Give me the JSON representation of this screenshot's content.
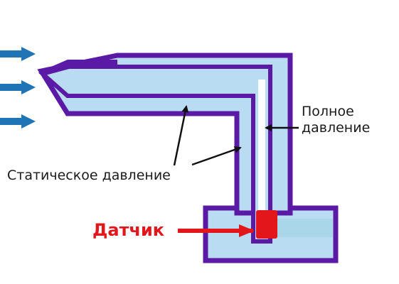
{
  "labels": {
    "total_pressure_line1": "Полное",
    "total_pressure_line2": "давление",
    "static_pressure": "Статическое давление",
    "sensor": "Датчик"
  },
  "colors": {
    "wall": "#5b1aa6",
    "air": "#b9dcf2",
    "flow_arrow": "#1e74b5",
    "sensor": "#e3161c",
    "text": "#1a1a1a"
  }
}
